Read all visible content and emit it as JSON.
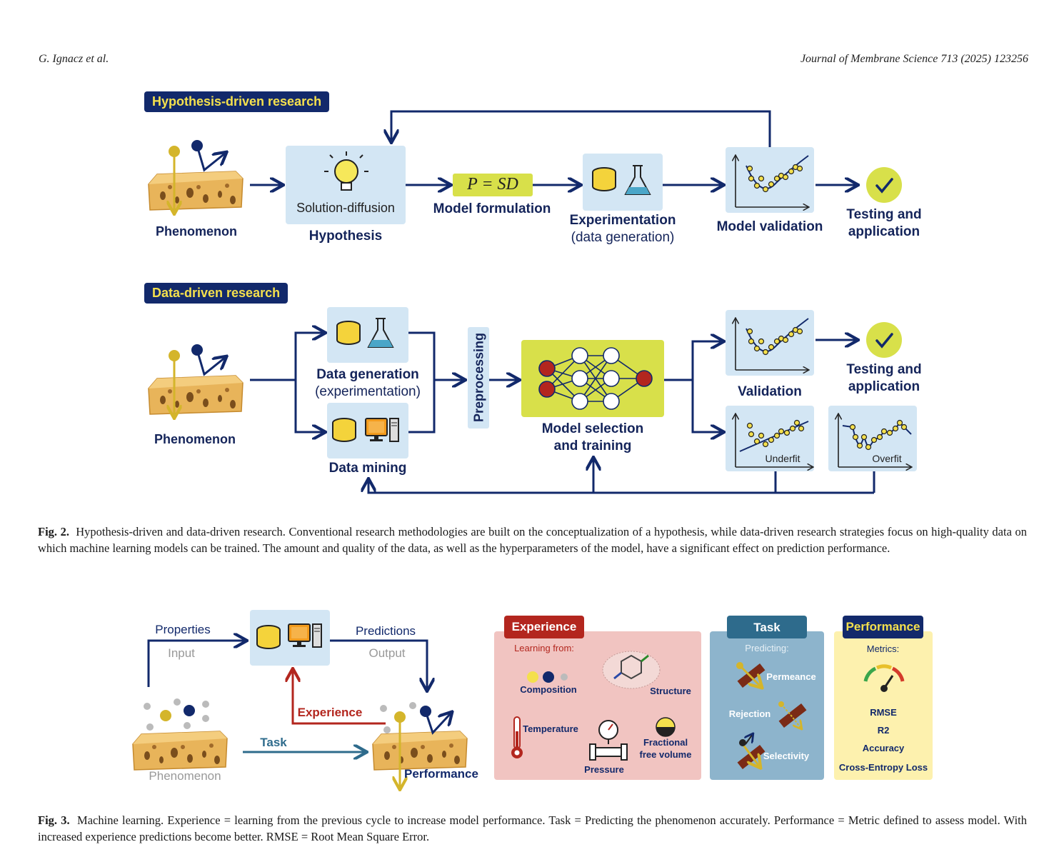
{
  "header": {
    "authors": "G. Ignacz et al.",
    "journal": "Journal of Membrane Science 713 (2025) 123256"
  },
  "fig2": {
    "hyp": {
      "title": "Hypothesis-driven research",
      "phenomenon": "Phenomenon",
      "solution_diffusion": "Solution-diffusion",
      "hypothesis": "Hypothesis",
      "equation": "P = SD",
      "model_formulation": "Model formulation",
      "experimentation": "Experimentation",
      "data_generation_paren": "(data generation)",
      "model_validation": "Model validation",
      "testing": "Testing and",
      "application": "application"
    },
    "data": {
      "title": "Data-driven research",
      "phenomenon": "Phenomenon",
      "data_generation": "Data generation",
      "experimentation_paren": "(experimentation)",
      "data_mining": "Data mining",
      "preprocessing": "Preprocessing",
      "model_selection": "Model selection",
      "and_training": "and training",
      "validation": "Validation",
      "testing": "Testing and",
      "application": "application",
      "underfit": "Underfit",
      "overfit": "Overfit"
    },
    "caption_label": "Fig. 2.",
    "caption_text": "Hypothesis-driven and data-driven research. Conventional research methodologies are built on the conceptualization of a hypothesis, while data-driven research strategies focus on high-quality data on which machine learning models can be trained. The amount and quality of the data, as well as the hyperparameters of the model, have a significant effect on prediction performance."
  },
  "fig3": {
    "properties": "Properties",
    "input": "Input",
    "predictions": "Predictions",
    "output": "Output",
    "experience_arrow": "Experience",
    "task_arrow": "Task",
    "phenomenon": "Phenomenon",
    "performance_label": "Performance",
    "experience_panel": {
      "title": "Experience",
      "subtitle": "Learning from:",
      "composition": "Composition",
      "structure": "Structure",
      "temperature": "Temperature",
      "pressure": "Pressure",
      "ffv1": "Fractional",
      "ffv2": "free volume"
    },
    "task_panel": {
      "title": "Task",
      "subtitle": "Predicting:",
      "permeance": "Permeance",
      "rejection": "Rejection",
      "selectivity": "Selectivity"
    },
    "performance_panel": {
      "title": "Performance",
      "subtitle": "Metrics:",
      "m1": "RMSE",
      "m2": "R2",
      "m3": "Accuracy",
      "m4": "Cross-Entropy Loss"
    },
    "caption_label": "Fig. 3.",
    "caption_text": "Machine learning. Experience = learning from the previous cycle to increase model performance. Task = Predicting the phenomenon accurately. Performance = Metric defined to assess model. With increased experience predictions become better. RMSE = Root Mean Square Error."
  },
  "colors": {
    "navy": "#12296b",
    "light_blue": "#d3e6f4",
    "lime": "#d8e04a",
    "yellow": "#f4e04d",
    "red": "#b3261e",
    "teal": "#2e6b8c"
  }
}
